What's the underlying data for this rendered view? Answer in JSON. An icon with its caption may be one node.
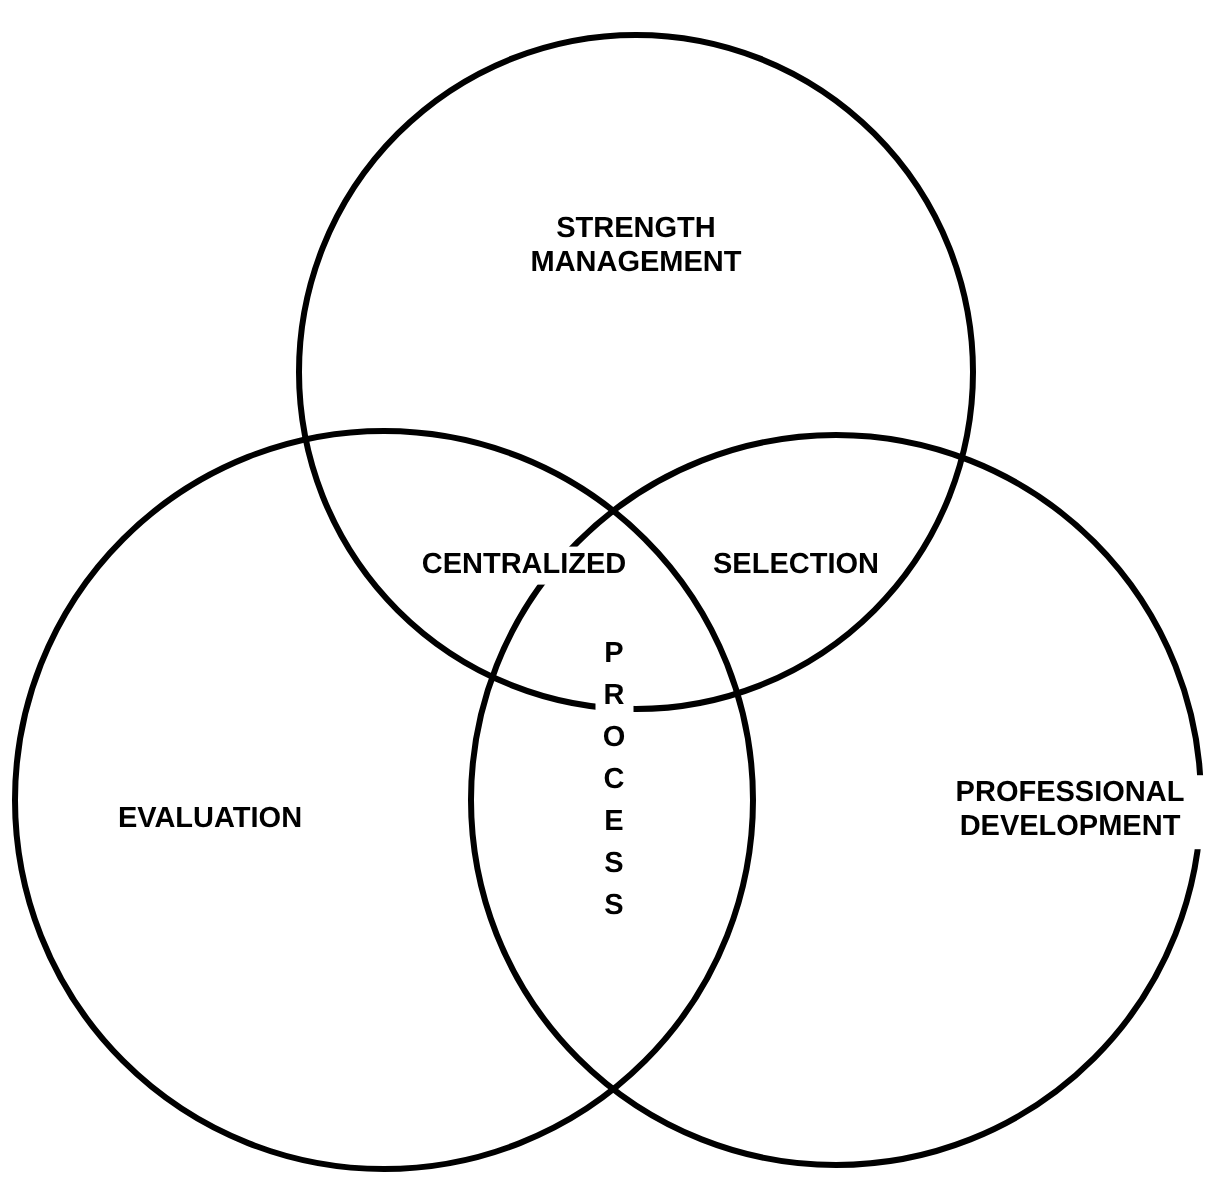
{
  "diagram": {
    "nodes": [
      {
        "text": [
          "STRENGTH MANAGEMENT"
        ]
      },
      {
        "text": [
          "EVALUATION"
        ]
      },
      {
        "text": [
          "PROFESSIONAL DEVELOPMENT"
        ]
      }
    ],
    "labels": [
      "CENTRALIZED",
      "SELECTION",
      "PROCESS"
    ]
  }
}
